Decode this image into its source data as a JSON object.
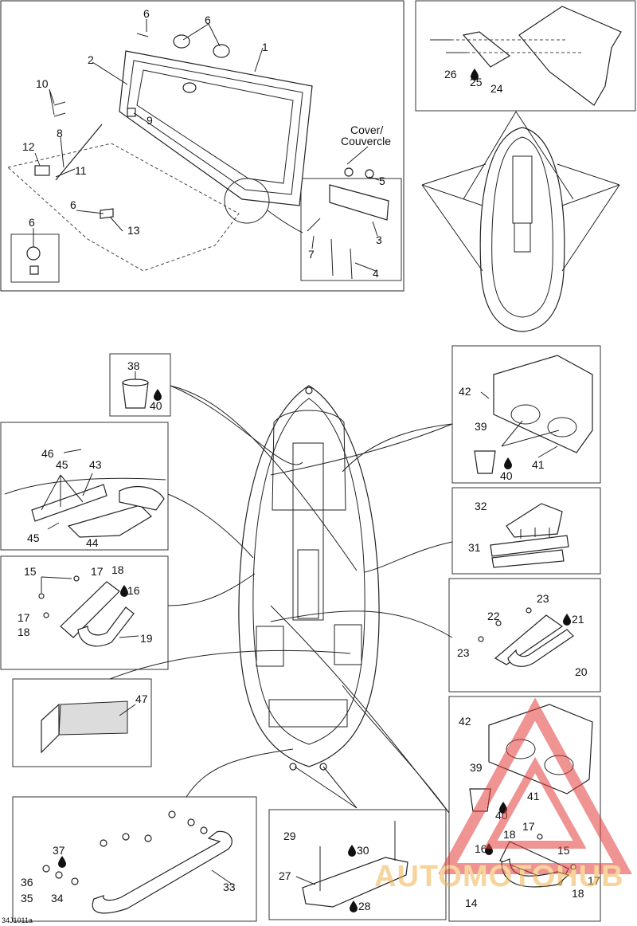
{
  "diagram": {
    "cover_label_line1": "Cover/",
    "cover_label_line2": "Couvercle",
    "figure_code": "34J1011a",
    "watermark": "AUTOMOTOHUB",
    "callouts": {
      "c1": "1",
      "c2": "2",
      "c3": "3",
      "c4": "4",
      "c5": "5",
      "c6a": "6",
      "c6b": "6",
      "c6c": "6",
      "c6d": "6",
      "c7": "7",
      "c8": "8",
      "c9": "9",
      "c10": "10",
      "c11": "11",
      "c12": "12",
      "c13": "13",
      "c14": "14",
      "c15a": "15",
      "c15b": "15",
      "c16a": "16",
      "c16b": "16",
      "c17a": "17",
      "c17b": "17",
      "c17c": "17",
      "c17d": "17",
      "c18a": "18",
      "c18b": "18",
      "c18c": "18",
      "c18d": "18",
      "c19": "19",
      "c20": "20",
      "c21": "21",
      "c22": "22",
      "c23a": "23",
      "c23b": "23",
      "c24": "24",
      "c25": "25",
      "c26": "26",
      "c27": "27",
      "c28": "28",
      "c29": "29",
      "c30": "30",
      "c31": "31",
      "c32": "32",
      "c33": "33",
      "c34": "34",
      "c35": "35",
      "c36": "36",
      "c37": "37",
      "c38": "38",
      "c39a": "39",
      "c39b": "39",
      "c40a": "40",
      "c40b": "40",
      "c40c": "40",
      "c41a": "41",
      "c41b": "41",
      "c42a": "42",
      "c42b": "42",
      "c43": "43",
      "c44": "44",
      "c45a": "45",
      "c45b": "45",
      "c46": "46",
      "c47": "47"
    }
  }
}
